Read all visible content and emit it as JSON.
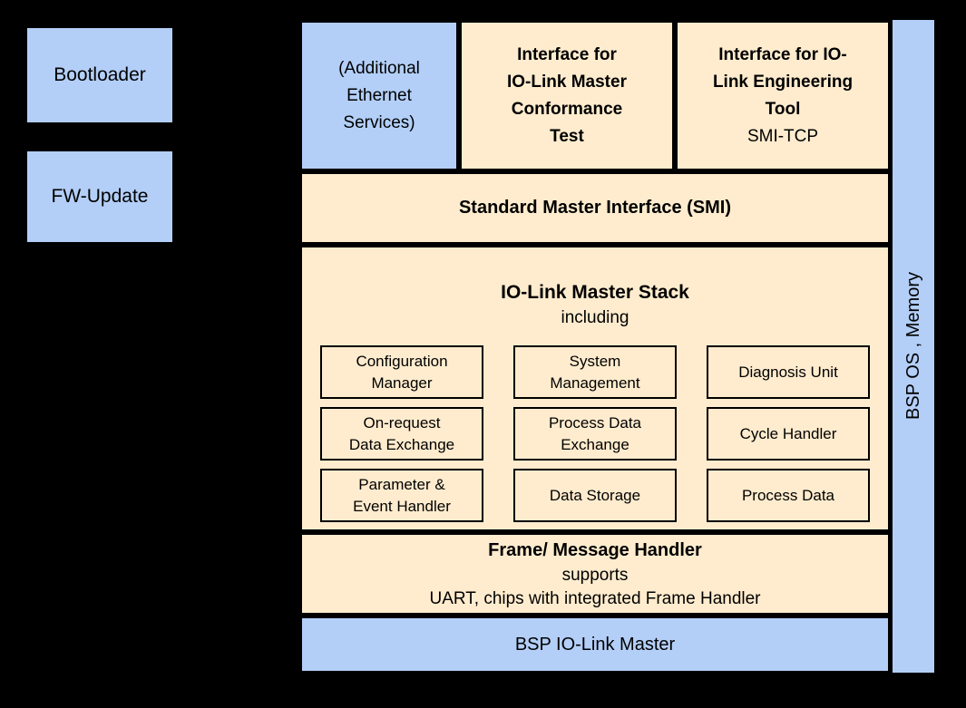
{
  "colors": {
    "background": "#000000",
    "box_blue": "#B3CFF8",
    "box_tan": "#FFECCE",
    "border": "#000000",
    "text": "#000000"
  },
  "left_column": {
    "bootloader_label": "Bootloader",
    "fw_update_label": "FW-Update"
  },
  "top_row": {
    "additional_ethernet_lines": [
      "(Additional",
      "Ethernet",
      "Services)"
    ],
    "conformance_lines": [
      "Interface for",
      "IO-Link Master",
      "Conformance",
      "Test"
    ],
    "engineering_lines": [
      "Interface for IO-",
      "Link Engineering",
      "Tool"
    ],
    "engineering_subtitle": "SMI-TCP"
  },
  "smi_layer": {
    "label": "Standard Master Interface (SMI)"
  },
  "master_stack": {
    "title": "IO-Link Master Stack",
    "subtitle": "including",
    "modules": [
      "Configuration Manager",
      "System Management",
      "Diagnosis Unit",
      "On-request Data Exchange",
      "Process Data Exchange",
      "Cycle Handler",
      "Parameter & Event Handler",
      "Data Storage",
      "Process Data"
    ]
  },
  "frame_handler": {
    "title": "Frame/ Message Handler",
    "subtitle": "supports",
    "detail": "UART, chips with integrated Frame Handler"
  },
  "bsp_layer": {
    "label": "BSP IO-Link Master"
  },
  "os_strip": {
    "label": "BSP OS , Memory"
  }
}
